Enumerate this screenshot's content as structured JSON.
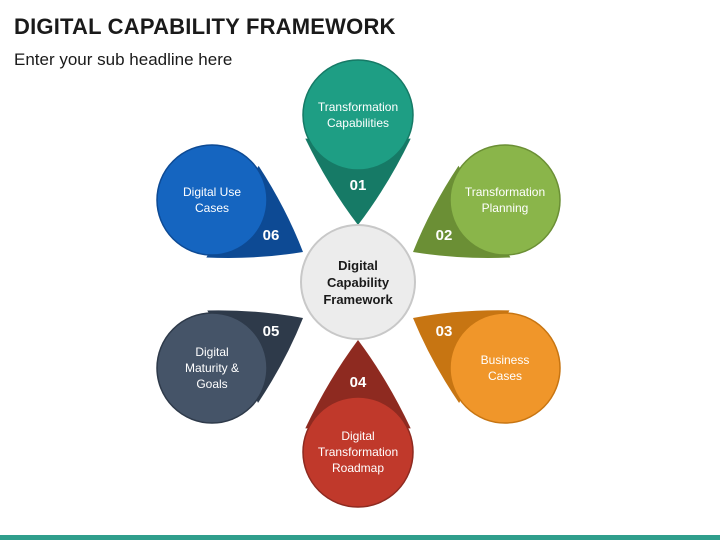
{
  "title": "DIGITAL CAPABILITY FRAMEWORK",
  "subtitle": "Enter your sub headline here",
  "center": {
    "label": [
      "Digital",
      "Capability",
      "Framework"
    ]
  },
  "nodes": [
    {
      "number": "01",
      "label": [
        "Transformation",
        "Capabilities"
      ],
      "color": "#1e9e84",
      "dark": "#167a66"
    },
    {
      "number": "02",
      "label": [
        "Transformation",
        "Planning"
      ],
      "color": "#8ab54a",
      "dark": "#6b8f35"
    },
    {
      "number": "03",
      "label": [
        "Business",
        "Cases"
      ],
      "color": "#f0962a",
      "dark": "#c77512"
    },
    {
      "number": "04",
      "label": [
        "Digital",
        "Transformation",
        "Roadmap"
      ],
      "color": "#c0392b",
      "dark": "#8e2a20"
    },
    {
      "number": "05",
      "label": [
        "Digital",
        "Maturity &",
        "Goals"
      ],
      "color": "#455468",
      "dark": "#2e3a4a"
    },
    {
      "number": "06",
      "label": [
        "Digital Use",
        "Cases"
      ],
      "color": "#1565c0",
      "dark": "#0d4a94"
    }
  ]
}
